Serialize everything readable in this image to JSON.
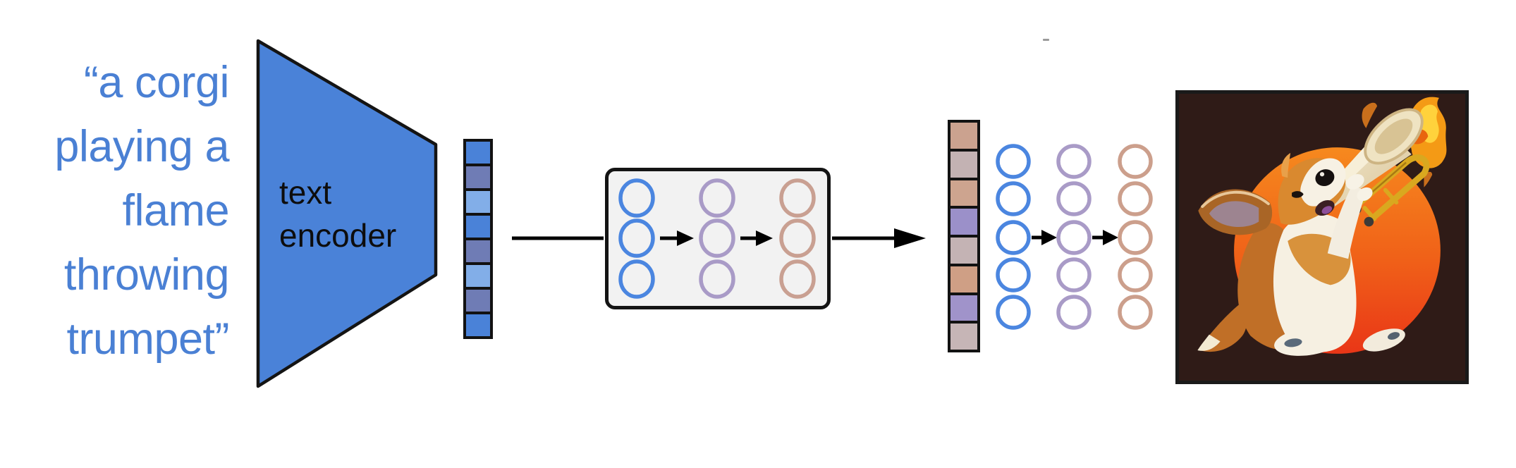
{
  "prompt": {
    "full_text": "“a corgi playing a flame throwing trumpet”",
    "lines": [
      "“a corgi",
      "playing a",
      "flame",
      "throwing",
      "trumpet”"
    ],
    "color": "#4a80d4"
  },
  "encoder": {
    "label_line1": "text",
    "label_line2": "encoder",
    "fill_color": "#4a82d8"
  },
  "text_embedding": {
    "cells": [
      "#4a82d8",
      "#6f7cb5",
      "#82aee8",
      "#4a82d8",
      "#6f7cb5",
      "#82aee8",
      "#6f7cb5",
      "#4a82d8"
    ]
  },
  "prior_network": {
    "box_fill": "#f2f2f2",
    "columns": [
      {
        "color": "#4b86e0",
        "nodes": 3
      },
      {
        "color": "#a99bc7",
        "nodes": 3
      },
      {
        "color": "#c9a092",
        "nodes": 3
      }
    ]
  },
  "image_embedding": {
    "cells": [
      "#cba28f",
      "#c3b2b3",
      "#cda48f",
      "#9b90c9",
      "#c4b3b4",
      "#cf9f85",
      "#a093ca",
      "#c6b5b6"
    ]
  },
  "decoder_network": {
    "columns": [
      {
        "color": "#4b86e0",
        "nodes": 5
      },
      {
        "color": "#a99bc7",
        "nodes": 5
      },
      {
        "color": "#cc9f8c",
        "nodes": 5
      }
    ]
  },
  "output_image": {
    "description": "Generated illustration of a corgi sitting against a dark background with a glowing orange sun circle, playing a cream-colored flame-throwing trumpet with a gold trombone slide",
    "background": "#2f1b17",
    "sun_top": "#f6891e",
    "sun_bottom": "#e93617"
  },
  "arrow_color": "#000000"
}
